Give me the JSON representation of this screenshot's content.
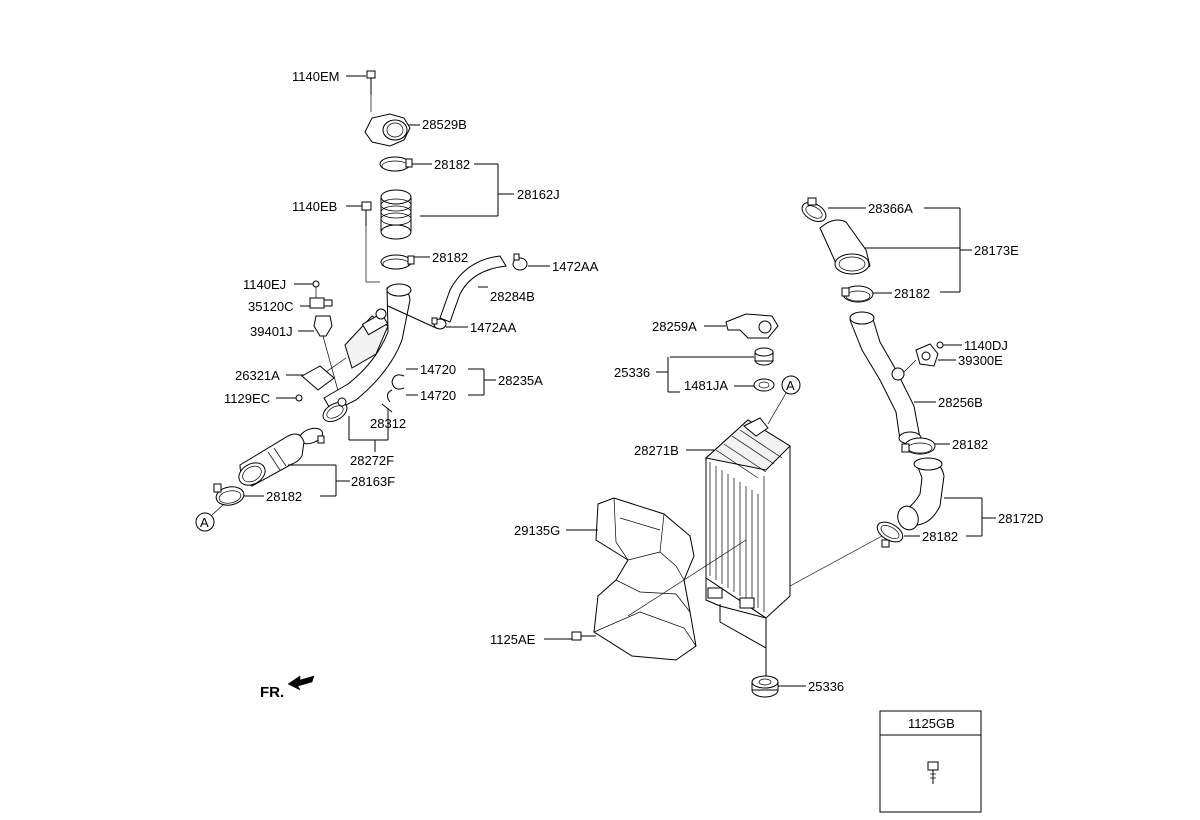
{
  "labels": {
    "p1140EM": "1140EM",
    "p28529B": "28529B",
    "p28182_a": "28182",
    "p28162J": "28162J",
    "p1140EB": "1140EB",
    "p28182_b": "28182",
    "p1472AA_a": "1472AA",
    "p28284B": "28284B",
    "p1140EJ": "1140EJ",
    "p35120C": "35120C",
    "p1472AA_b": "1472AA",
    "p39401J": "39401J",
    "p26321A": "26321A",
    "p14720_a": "14720",
    "p28235A": "28235A",
    "p1129EC": "1129EC",
    "p14720_b": "14720",
    "p28312": "28312",
    "p28272F": "28272F",
    "p28182_c": "28182",
    "p28163F": "28163F",
    "p28366A": "28366A",
    "p28173E": "28173E",
    "p28182_d": "28182",
    "p28259A": "28259A",
    "p1140DJ": "1140DJ",
    "p39300E": "39300E",
    "p25336_a": "25336",
    "p1481JA": "1481JA",
    "p28256B": "28256B",
    "p28271B": "28271B",
    "p28182_e": "28182",
    "p28172D": "28172D",
    "p29135G": "29135G",
    "p28182_f": "28182",
    "p1125AE": "1125AE",
    "p25336_b": "25336",
    "fr": "FR.",
    "ref_a1": "A",
    "ref_a2": "A",
    "legend_title": "1125GB"
  }
}
